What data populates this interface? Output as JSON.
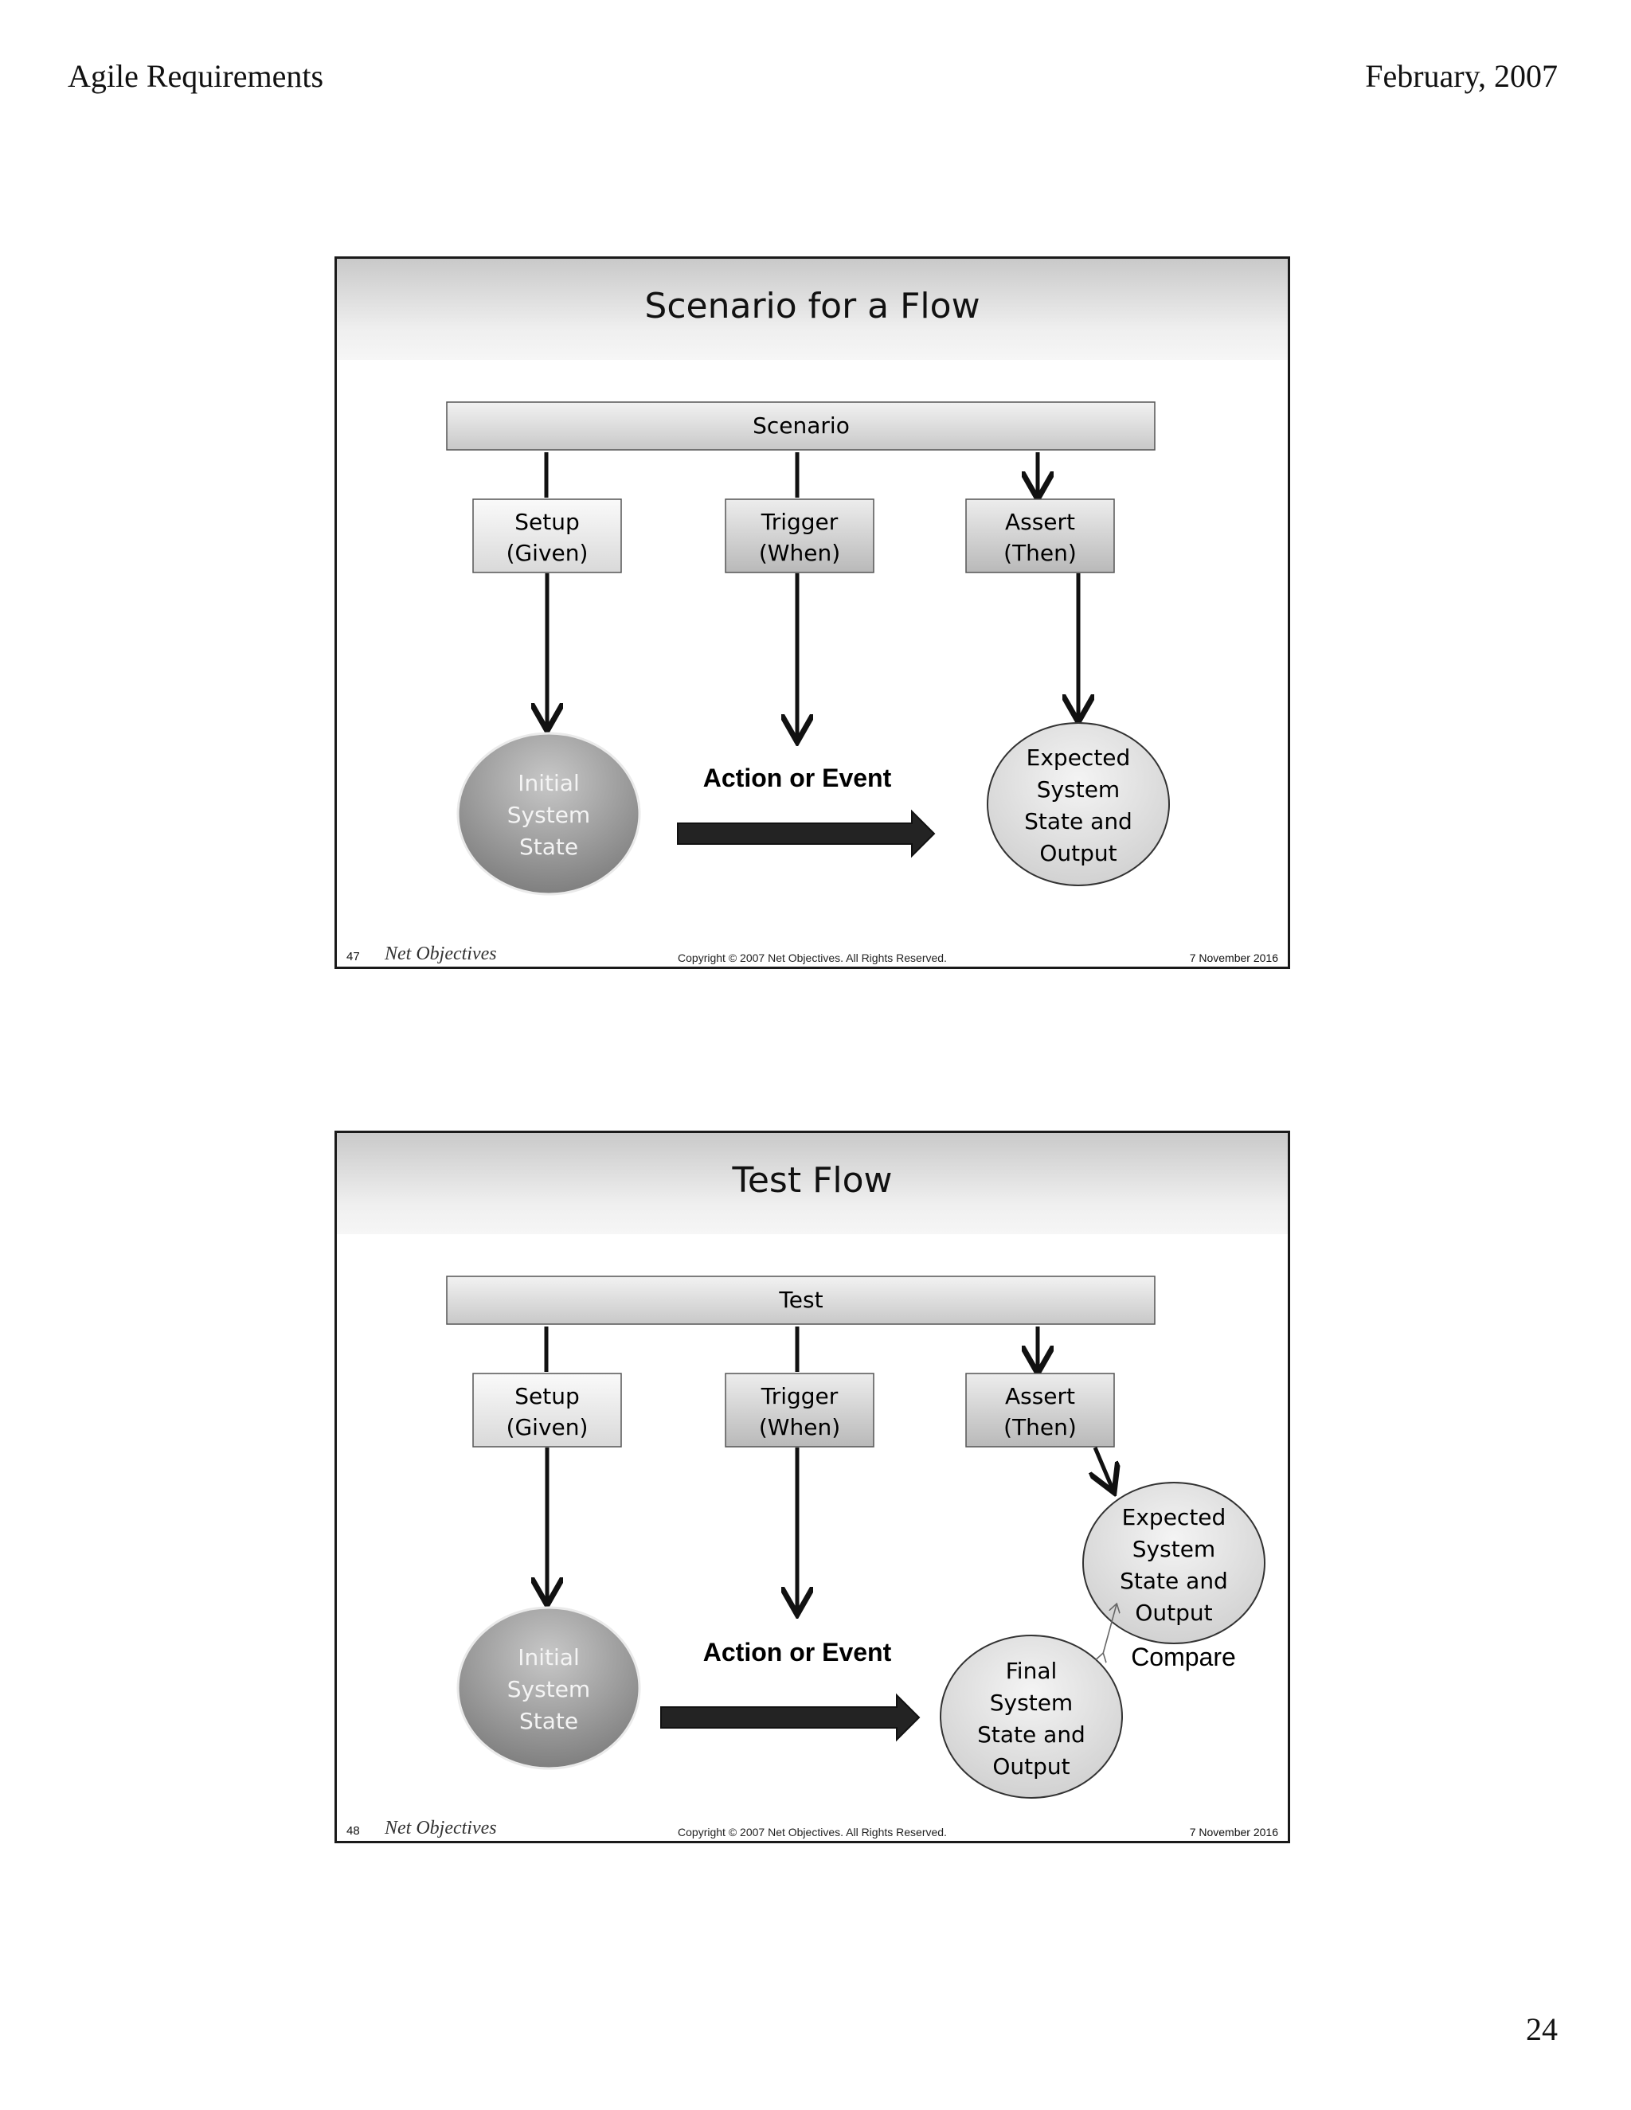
{
  "page": {
    "header_left": "Agile Requirements",
    "header_right": "February, 2007",
    "page_number": "24"
  },
  "footer": {
    "logo": "Net Objectives",
    "copyright": "Copyright © 2007 Net Objectives. All Rights Reserved.",
    "date": "7 November 2016"
  },
  "slides": [
    {
      "number": "47",
      "title": "Scenario for a Flow",
      "top_box": "Scenario",
      "setup": [
        "Setup",
        "(Given)"
      ],
      "trigger": [
        "Trigger",
        "(When)"
      ],
      "assert": [
        "Assert",
        "(Then)"
      ],
      "initial": [
        "Initial",
        "System",
        "State"
      ],
      "action": "Action or Event",
      "expected": [
        "Expected",
        "System",
        "State and",
        "Output"
      ]
    },
    {
      "number": "48",
      "title": "Test Flow",
      "top_box": "Test",
      "setup": [
        "Setup",
        "(Given)"
      ],
      "trigger": [
        "Trigger",
        "(When)"
      ],
      "assert": [
        "Assert",
        "(Then)"
      ],
      "initial": [
        "Initial",
        "System",
        "State"
      ],
      "action": "Action or Event",
      "expected": [
        "Expected",
        "System",
        "State and",
        "Output"
      ],
      "final": [
        "Final",
        "System",
        "State and",
        "Output"
      ],
      "compare": "Compare"
    }
  ]
}
